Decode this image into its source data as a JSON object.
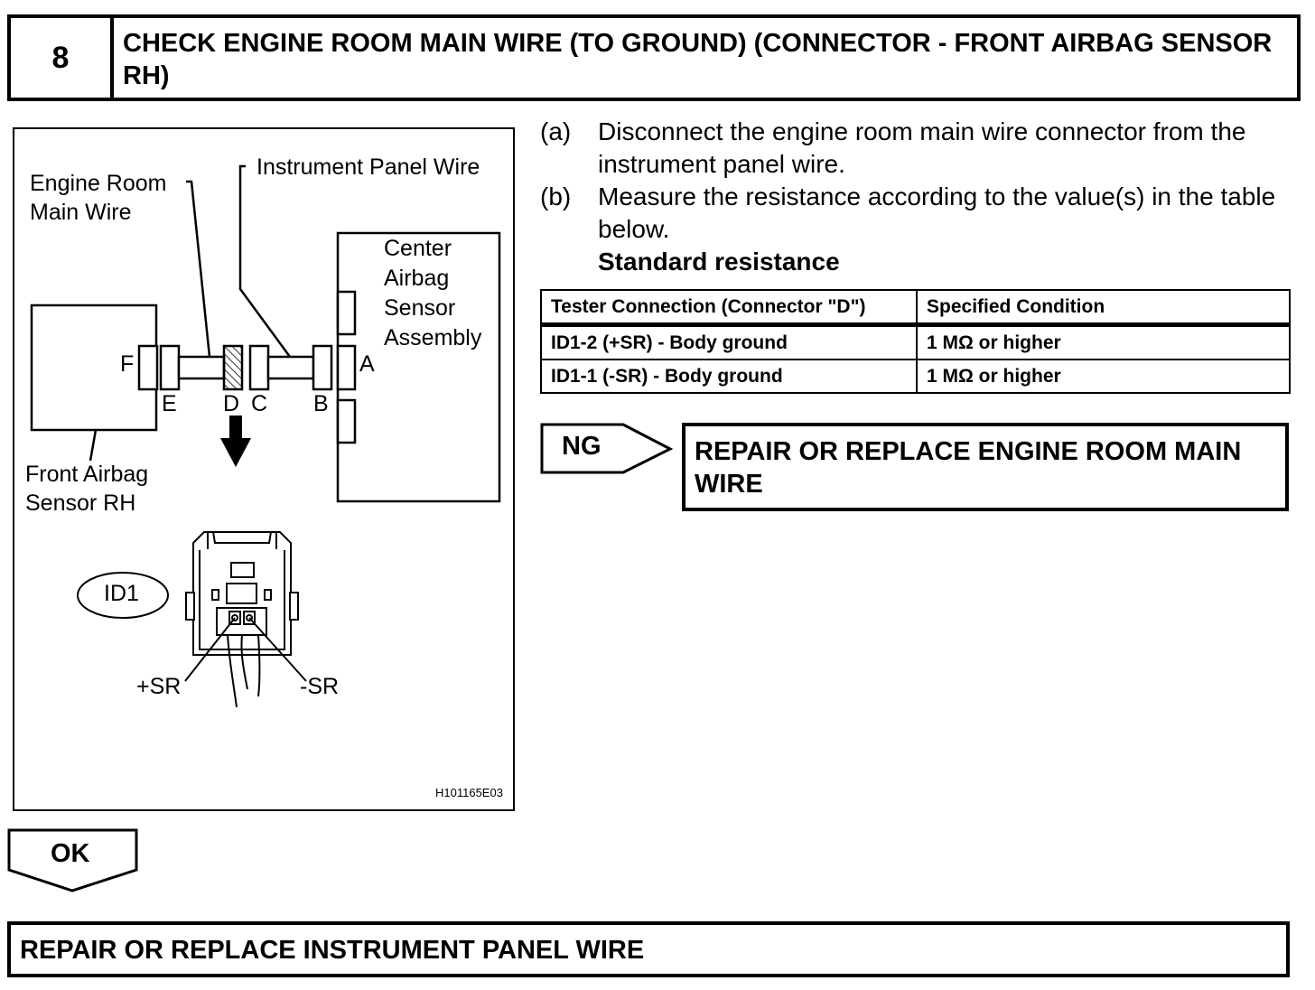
{
  "header": {
    "step_number": "8",
    "title": "CHECK ENGINE ROOM MAIN WIRE (TO GROUND) (CONNECTOR - FRONT AIRBAG SENSOR RH)"
  },
  "figure": {
    "labels": {
      "engine_room_main_wire": "Engine Room Main Wire",
      "instrument_panel_wire": "Instrument Panel Wire",
      "center_airbag_sensor": "Center Airbag Sensor Assembly",
      "front_airbag_sensor": "Front Airbag Sensor RH",
      "connector_a": "A",
      "connector_b": "B",
      "connector_c": "C",
      "connector_d": "D",
      "connector_e": "E",
      "connector_f": "F",
      "connector_id": "ID1",
      "terminal_plus": "+SR",
      "terminal_minus": "-SR",
      "figure_code": "H101165E03"
    }
  },
  "instructions": {
    "steps": [
      {
        "letter": "(a)",
        "text": "Disconnect the engine room main wire connector from the instrument panel wire."
      },
      {
        "letter": "(b)",
        "text": "Measure the resistance according to the value(s) in the table below."
      }
    ],
    "standard_heading": "Standard resistance"
  },
  "table": {
    "headers": [
      "Tester Connection (Connector \"D\")",
      "Specified Condition"
    ],
    "rows": [
      [
        "ID1-2 (+SR) - Body ground",
        "1 MΩ or higher"
      ],
      [
        "ID1-1 (-SR) - Body ground",
        "1 MΩ or higher"
      ]
    ]
  },
  "ng": {
    "label": "NG",
    "result": "REPAIR OR REPLACE ENGINE ROOM MAIN WIRE"
  },
  "ok": {
    "label": "OK",
    "result": "REPAIR OR REPLACE INSTRUMENT PANEL WIRE"
  }
}
